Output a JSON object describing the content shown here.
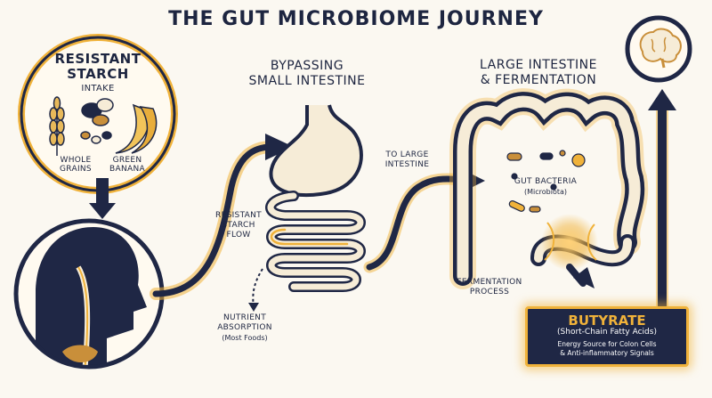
{
  "title": "THE GUT MICROBIOME JOURNEY",
  "intake": {
    "heading_line1": "RESISTANT",
    "heading_line2": "STARCH",
    "heading_line3": "INTAKE",
    "food1_line1": "WHOLE",
    "food1_line2": "GRAINS",
    "food2_line1": "GREEN",
    "food2_line2": "BANANA"
  },
  "small_intestine": {
    "heading_line1": "BYPASSING",
    "heading_line2": "SMALL INTESTINE",
    "flow_line1": "RESISTANT",
    "flow_line2": "STARCH",
    "flow_line3": "FLOW",
    "absorb_line1": "NUTRIENT",
    "absorb_line2": "ABSORPTION",
    "absorb_line3": "(Most Foods)",
    "to_large_line1": "TO LARGE",
    "to_large_line2": "INTESTINE"
  },
  "large_intestine": {
    "heading_line1": "LARGE INTESTINE",
    "heading_line2": "& FERMENTATION",
    "bacteria_line1": "GUT BACTERIA",
    "bacteria_line2": "(Microbiota)",
    "ferment_line1": "FERMENTATION",
    "ferment_line2": "PROCESS"
  },
  "butyrate": {
    "title": "BUTYRATE",
    "subtitle": "(Short-Chain Fatty Acids)",
    "desc_line1": "Energy Source for Colon Cells",
    "desc_line2": "& Anti-inflammatory Signals"
  },
  "colors": {
    "navy": "#1f2745",
    "gold": "#f0b23a",
    "cream": "#f6ecd7",
    "background": "#fbf8f1"
  },
  "icons": [
    "wheat-icon",
    "beans-icon",
    "banana-icon",
    "human-head-icon",
    "stomach-icon",
    "small-intestine-icon",
    "large-intestine-icon",
    "bacteria-icon",
    "brain-icon"
  ]
}
